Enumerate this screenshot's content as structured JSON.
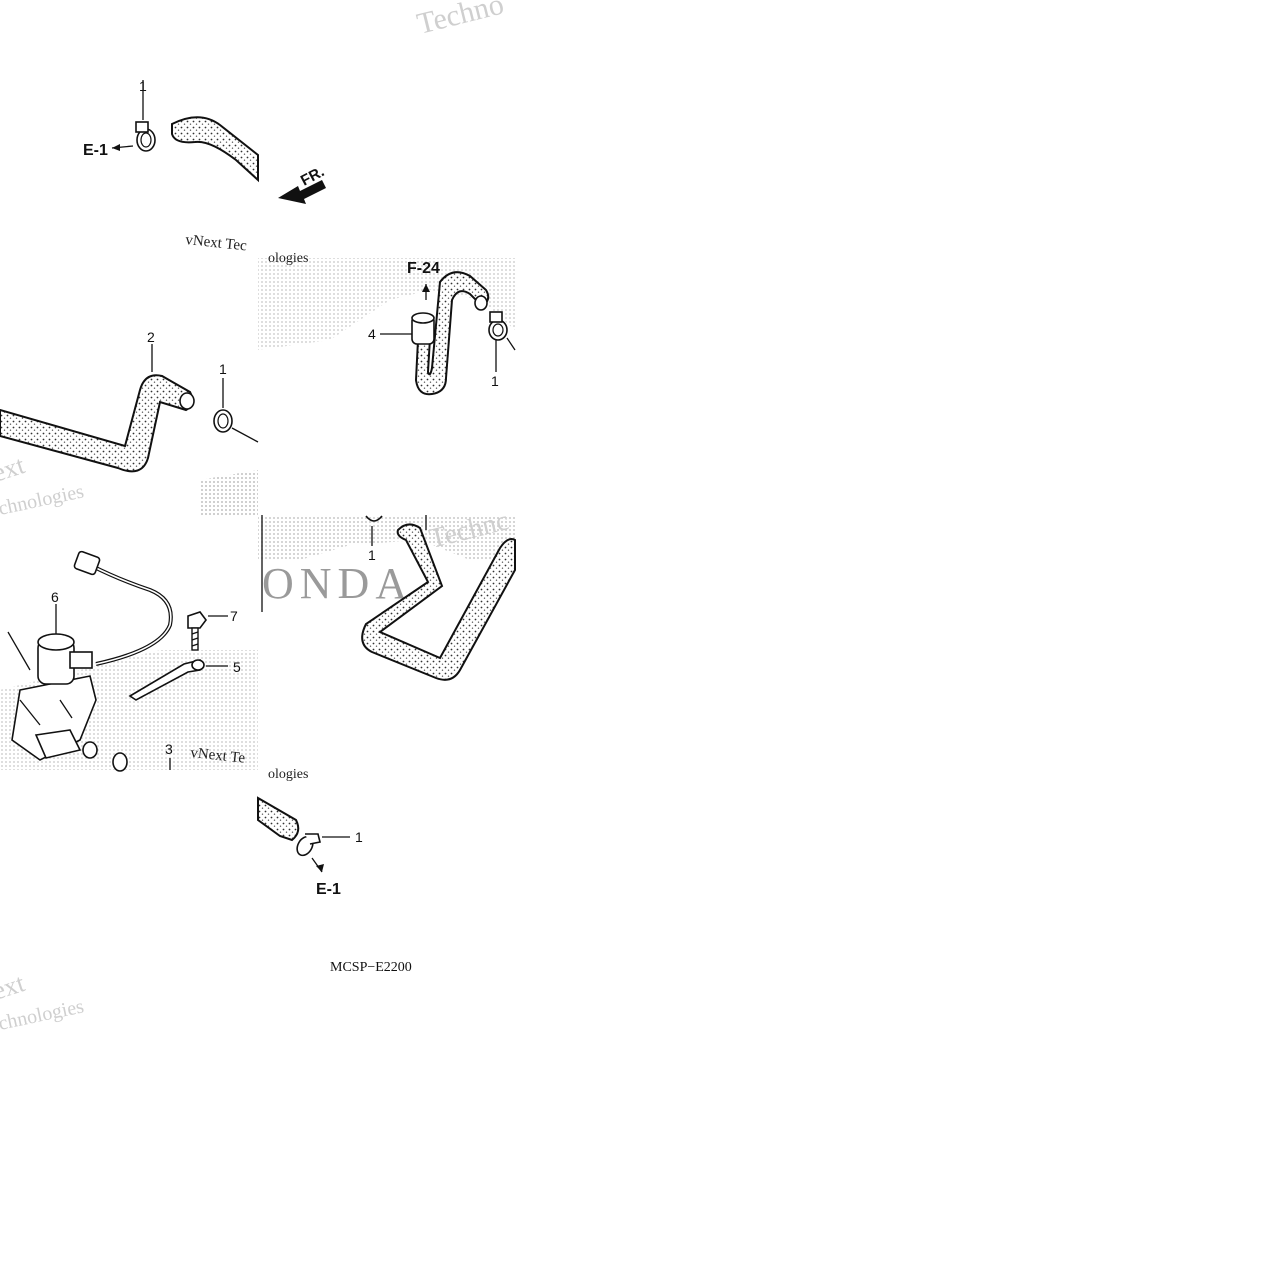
{
  "diagram": {
    "callouts": {
      "c1_top": "1",
      "c1_mid": "1",
      "c1_right": "1",
      "c1_center": "1",
      "c1_bottom": "1",
      "c2": "2",
      "c3": "3",
      "c4": "4",
      "c5": "5",
      "c6": "6",
      "c7": "7"
    },
    "refs": {
      "e1_top": "E-1",
      "f24": "F-24",
      "e1_bottom": "E-1"
    },
    "direction_label": "FR.",
    "diagram_code": "MCSP−E2200",
    "watermarks": {
      "brand_a": "vNext Tec",
      "brand_b": "chnologies",
      "brand_c": "Technc",
      "brand_d": "ext",
      "brand_e": "Techno",
      "brand_f": "vNext Te",
      "brand_g": "ologies",
      "logo": "ONDA"
    }
  }
}
